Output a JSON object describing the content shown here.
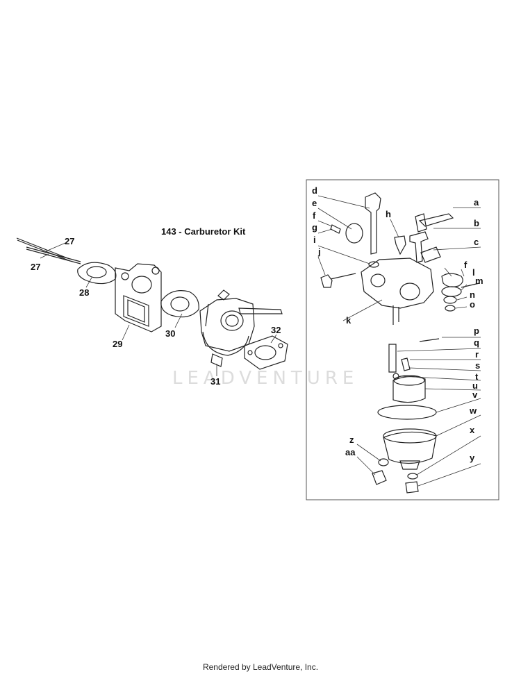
{
  "title": "143 - Carburetor Kit",
  "watermark": "LEADVENTURE",
  "footer": "Rendered by LeadVenture, Inc.",
  "left_labels": [
    "27",
    "27",
    "28",
    "29",
    "30",
    "31",
    "32"
  ],
  "right_labels": [
    "a",
    "b",
    "c",
    "d",
    "e",
    "f",
    "g",
    "h",
    "i",
    "j",
    "k",
    "f",
    "l",
    "m",
    "n",
    "o",
    "p",
    "q",
    "r",
    "s",
    "t",
    "u",
    "v",
    "w",
    "x",
    "y",
    "z",
    "aa"
  ]
}
